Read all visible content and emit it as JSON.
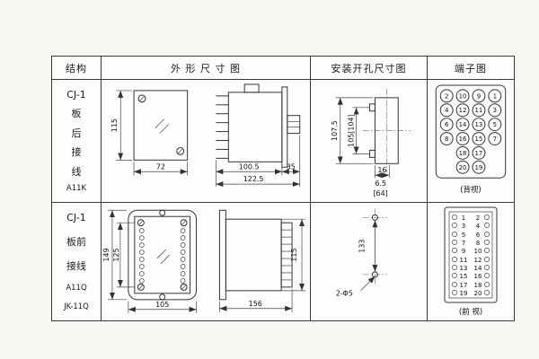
{
  "header": {
    "structure": "结构",
    "outline": "外 形 尺 寸 图",
    "install": "安装开孔尺寸图",
    "terminal": "端子图"
  },
  "rows": [
    {
      "structure_lines": [
        "CJ-1",
        "板",
        "后",
        "接",
        "线",
        "A11K"
      ],
      "outline": {
        "dim_height": "115",
        "dim_width": "72",
        "dim_body": "100.5",
        "dim_flange": "35",
        "dim_total": "122.5"
      },
      "install": {
        "dim_outer": "107.5",
        "dim_inner": "105[104]",
        "dim_notch": "16",
        "dim_small": "6.5",
        "dim_bracket": "[64]"
      },
      "terminal": {
        "caption": "(背视)",
        "grid": [
          [
            "2",
            "10",
            "9",
            "1"
          ],
          [
            "4",
            "12",
            "11",
            "3"
          ],
          [
            "6",
            "14",
            "13",
            "5"
          ],
          [
            "8",
            "16",
            "15",
            "7"
          ],
          [
            "",
            "18",
            "17",
            ""
          ],
          [
            "",
            "20",
            "19",
            ""
          ]
        ]
      }
    },
    {
      "structure_lines": [
        "CJ-1",
        "板前",
        "接线",
        "A11Q",
        "JK-11Q"
      ],
      "outline": {
        "dim_height_outer": "149",
        "dim_height_inner": "125",
        "dim_width": "105",
        "dim_side_width": "156",
        "dim_side_height": "115"
      },
      "install": {
        "dim_height": "133",
        "dim_hole": "2-Φ5"
      },
      "terminal": {
        "caption": "(前 视)",
        "pairs": [
          [
            "1",
            "2"
          ],
          [
            "3",
            "4"
          ],
          [
            "5",
            "6"
          ],
          [
            "7",
            "8"
          ],
          [
            "9",
            "10"
          ],
          [
            "11",
            "12"
          ],
          [
            "13",
            "14"
          ],
          [
            "15",
            "16"
          ],
          [
            "17",
            "18"
          ],
          [
            "19",
            "20"
          ]
        ]
      }
    }
  ]
}
